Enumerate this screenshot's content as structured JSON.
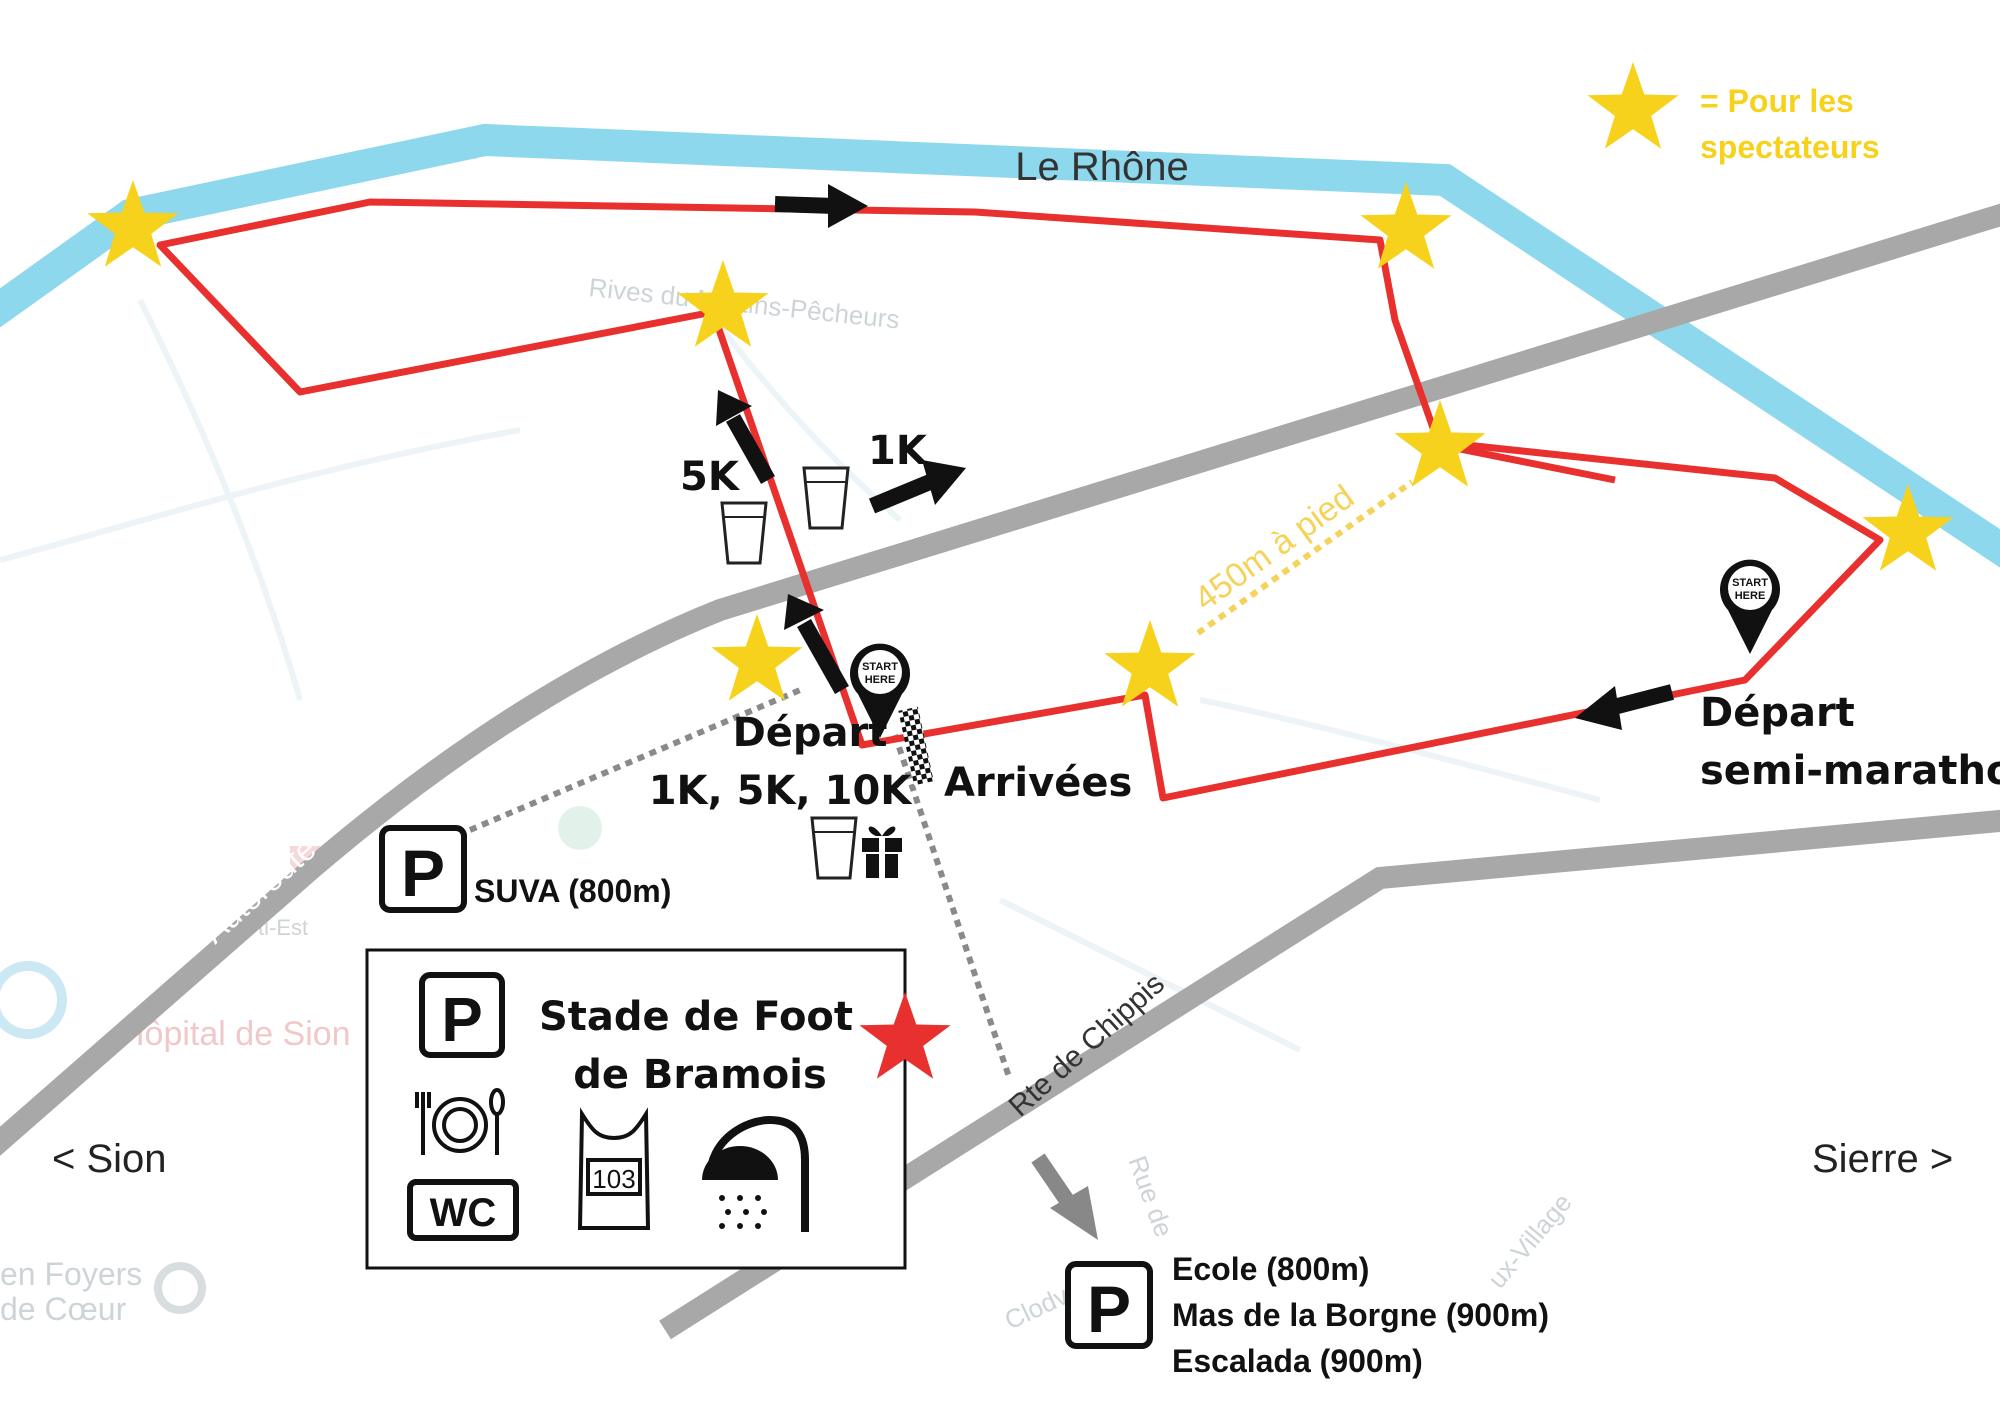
{
  "river": {
    "name": "Le Rhône",
    "color": "#8dd8ec"
  },
  "route": {
    "color": "#e8312f"
  },
  "star_color": "#f7d21c",
  "legend": {
    "line1": "= Pour les",
    "line2": "spectateurs"
  },
  "background_streets": {
    "rives": "Rives du Martins-Pêcheurs",
    "hopital": "Hôpital de Sion",
    "foyers1": "en Foyers",
    "foyers2": "de Cœur",
    "est": "ti-Est",
    "rue": "Rue de",
    "village": "ux-Village",
    "clod": "Clodv"
  },
  "roads": {
    "autoroute": "Autoroute",
    "chippis": "Rte de Chippis",
    "walk": "450m à pied"
  },
  "directions": {
    "sion": "< Sion",
    "sierre": "Sierre >"
  },
  "distance_labels": {
    "k5": "5K",
    "k1": "1K"
  },
  "start_marker": {
    "line1": "START",
    "line2": "HERE"
  },
  "depart_short": {
    "line1": "Départ",
    "line2": "1K, 5K, 10K"
  },
  "arrivees": "Arrivées",
  "depart_semi": {
    "line1": "Départ",
    "line2": "semi-marathon"
  },
  "parking_symbol": "P",
  "parking_suva": "SUVA (800m)",
  "stade": {
    "line1": "Stade de Foot",
    "line2": "de Bramois",
    "wc": "WC",
    "bib": "103"
  },
  "parking_list": [
    "Ecole (800m)",
    "Mas de la Borgne (900m)",
    "Escalada (900m)"
  ]
}
